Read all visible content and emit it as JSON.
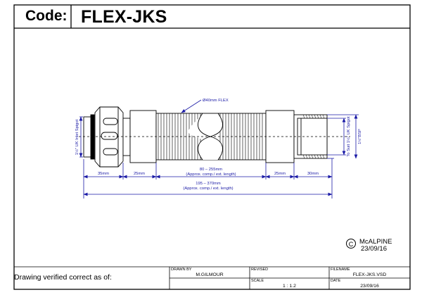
{
  "header": {
    "code_label": "Code:",
    "code_value": "FLEX-JKS"
  },
  "drawing": {
    "callout_flex": "Ø40mm FLEX",
    "label_left_spigot": "1½\" UK Inlet Spigot",
    "label_right_spigot": "To Suit 1½\" UK Spigot",
    "label_bsp": "1½\"BSP",
    "dim_35": "35mm",
    "dim_25_left": "25mm",
    "dim_flex_range": "80 – 255mm",
    "dim_flex_note": "(Approx. comp./ ext. length)",
    "dim_25_right": "25mm",
    "dim_30": "30mm",
    "dim_overall_range": "195 – 370mm",
    "dim_overall_note": "(Approx. comp./ ext. length)"
  },
  "logo": {
    "symbol": "C",
    "name": "McALPINE",
    "date": "23/09/16"
  },
  "title_block": {
    "verified_text": "Drawing verified  correct as of:",
    "drawn_by_label": "DRAWN BY",
    "drawn_by_value": "M.GILMOUR",
    "revised_label": "REVISED",
    "revised_value": "",
    "scale_label": "SCALE",
    "scale_value": "1 : 1.2",
    "filename_label": "FILENAME",
    "filename_value": "FLEX-JKS.VSD",
    "date_label": "DATE",
    "date_value": "23/09/16"
  },
  "colors": {
    "line": "#000000",
    "dimension": "#1a1aa6"
  }
}
